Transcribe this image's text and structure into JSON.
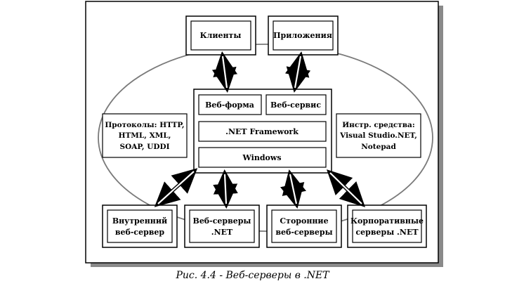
{
  "diagram": {
    "clients": "Клиенты",
    "applications": "Приложения",
    "web_form": "Веб-форма",
    "web_service": "Веб-сервис",
    "net_framework": ".NET Framework",
    "windows": "Windows",
    "protocols": [
      "Протоколы: HTTP,",
      "HTML, XML,",
      "SOAP, UDDI"
    ],
    "tools": [
      "Инстр. средства:",
      "Visual Studio.NET,",
      "Notepad"
    ],
    "internal_server": [
      "Внутренний",
      "веб-сервер"
    ],
    "net_servers": [
      "Веб-серверы",
      ".NET"
    ],
    "third_party_servers": [
      "Сторонние",
      "веб-серверы"
    ],
    "corporate_servers": [
      "Корпоративные",
      "серверы .NET"
    ]
  },
  "caption": "Рис. 4.4 - Веб-серверы в .NET"
}
